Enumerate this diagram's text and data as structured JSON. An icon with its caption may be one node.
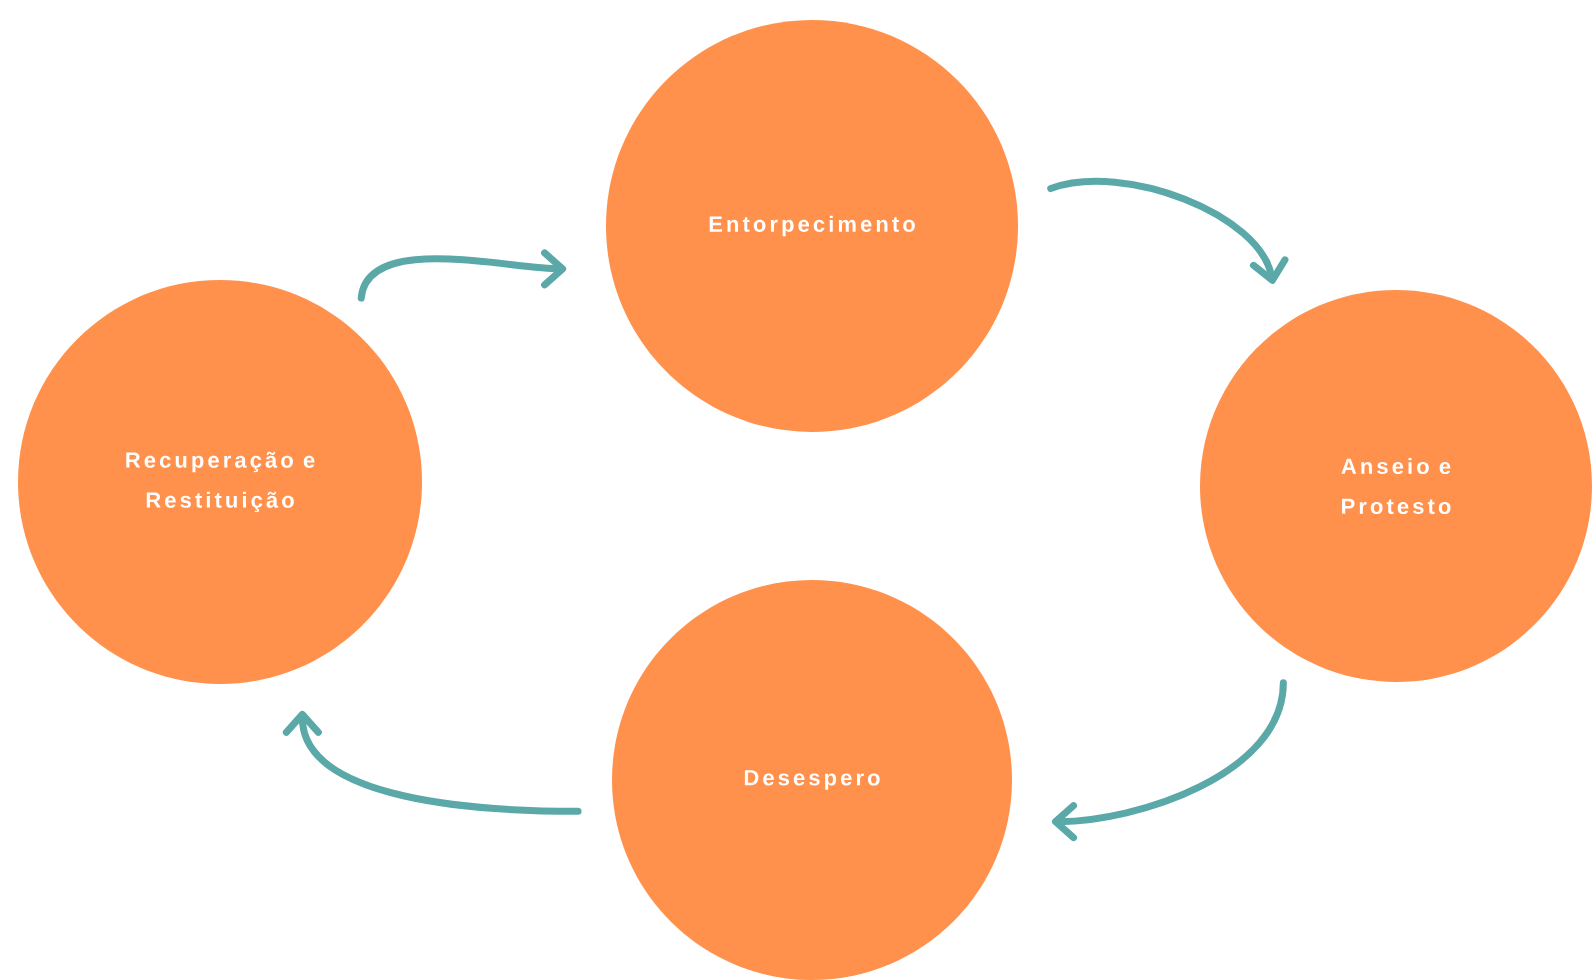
{
  "diagram": {
    "nodes": [
      {
        "text": [
          "Entorpecimento"
        ]
      },
      {
        "text": [
          "Anseio e Protesto"
        ]
      },
      {
        "text": [
          "Desespero"
        ]
      },
      {
        "text": [
          "Recuperação e Restituição"
        ]
      }
    ],
    "edges": [
      {
        "from": 3,
        "to": 0,
        "arrow": "to"
      },
      {
        "from": 0,
        "to": 1,
        "arrow": "to"
      },
      {
        "from": 1,
        "to": 2,
        "arrow": "to"
      },
      {
        "from": 2,
        "to": 3,
        "arrow": "to"
      }
    ]
  }
}
